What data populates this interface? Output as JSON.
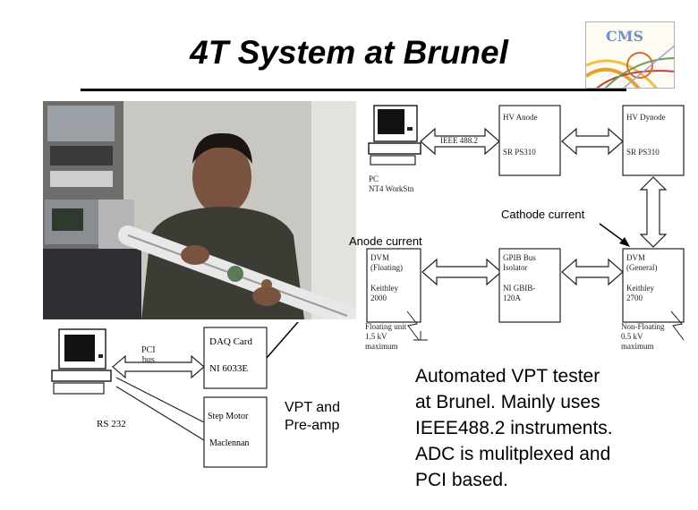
{
  "slide": {
    "title": "4T System at Brunel",
    "logo_text": "CMS"
  },
  "top_diagram": {
    "pc_label_1": "PC",
    "pc_label_2": "NT4 WorkStn",
    "ieee_label": "IEEE 488.2",
    "hv_anode_1": "HV Anode",
    "hv_anode_2": "SR PS310",
    "hv_dynode_1": "HV Dynode",
    "hv_dynode_2": "SR PS310",
    "dvm_floating_1": "DVM",
    "dvm_floating_2": "(Floating)",
    "dvm_floating_3": "Keithley",
    "dvm_floating_4": "2000",
    "gpib_1": "GPIB Bus",
    "gpib_2": "Isolator",
    "gpib_3": "NI GBIB-",
    "gpib_4": "120A",
    "dvm_general_1": "DVM",
    "dvm_general_2": "(General)",
    "dvm_general_3": "Keithley",
    "dvm_general_4": "2700",
    "floating_note_1": "Floating unit",
    "floating_note_2": "1.5 kV",
    "floating_note_3": "maximum",
    "nonfloating_note_1": "Non-Floating",
    "nonfloating_note_2": "0.5 kV",
    "nonfloating_note_3": "maximum",
    "cathode_current": "Cathode current",
    "anode_current": "Anode current"
  },
  "bottom_diagram": {
    "pci_bus_1": "PCI",
    "pci_bus_2": "bus",
    "daq_card": "DAQ Card",
    "ni_card": "NI 6033E",
    "rs232": "RS 232",
    "step_motor": "Step Motor",
    "maclennan": "Maclennan",
    "vpt_1": "VPT and",
    "vpt_2": "Pre-amp"
  },
  "description": {
    "line_1": "Automated VPT tester",
    "line_2": "at Brunel. Mainly uses",
    "line_3": "IEEE488.2 instruments.",
    "line_4": "ADC is mulitplexed and",
    "line_5": "PCI based."
  },
  "colors": {
    "background": "#ffffff",
    "text": "#000000",
    "logo_blue": "#7090c8"
  }
}
